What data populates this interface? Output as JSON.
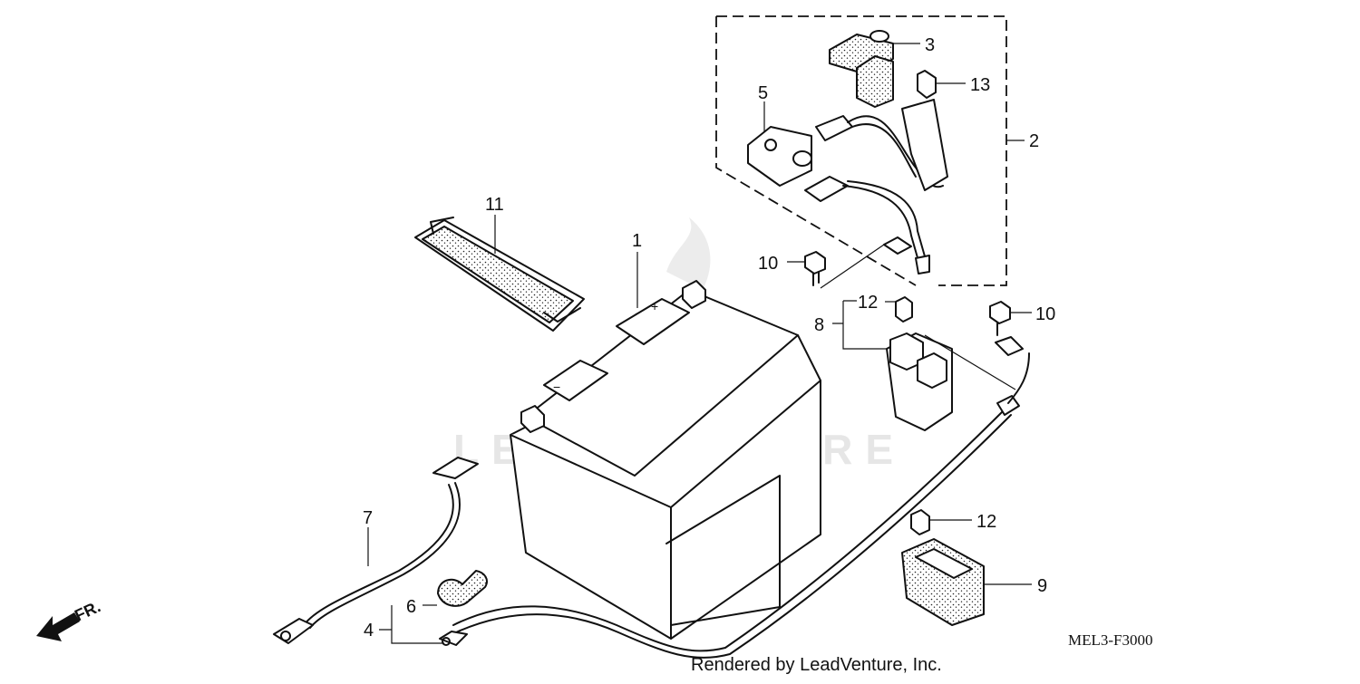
{
  "diagram": {
    "callouts": {
      "c1": "1",
      "c2": "2",
      "c3": "3",
      "c4": "4",
      "c5": "5",
      "c6": "6",
      "c7": "7",
      "c8": "8",
      "c9": "9",
      "c10a": "10",
      "c10b": "10",
      "c11": "11",
      "c12a": "12",
      "c12b": "12",
      "c13": "13"
    },
    "direction_label": "FR.",
    "watermark": "LEADVENTURE",
    "diagram_code": "MEL3-F3000",
    "credit": "Rendered by LeadVenture, Inc."
  },
  "colors": {
    "ink": "#111111",
    "watermark": "#e6e6e6",
    "background": "#ffffff"
  }
}
